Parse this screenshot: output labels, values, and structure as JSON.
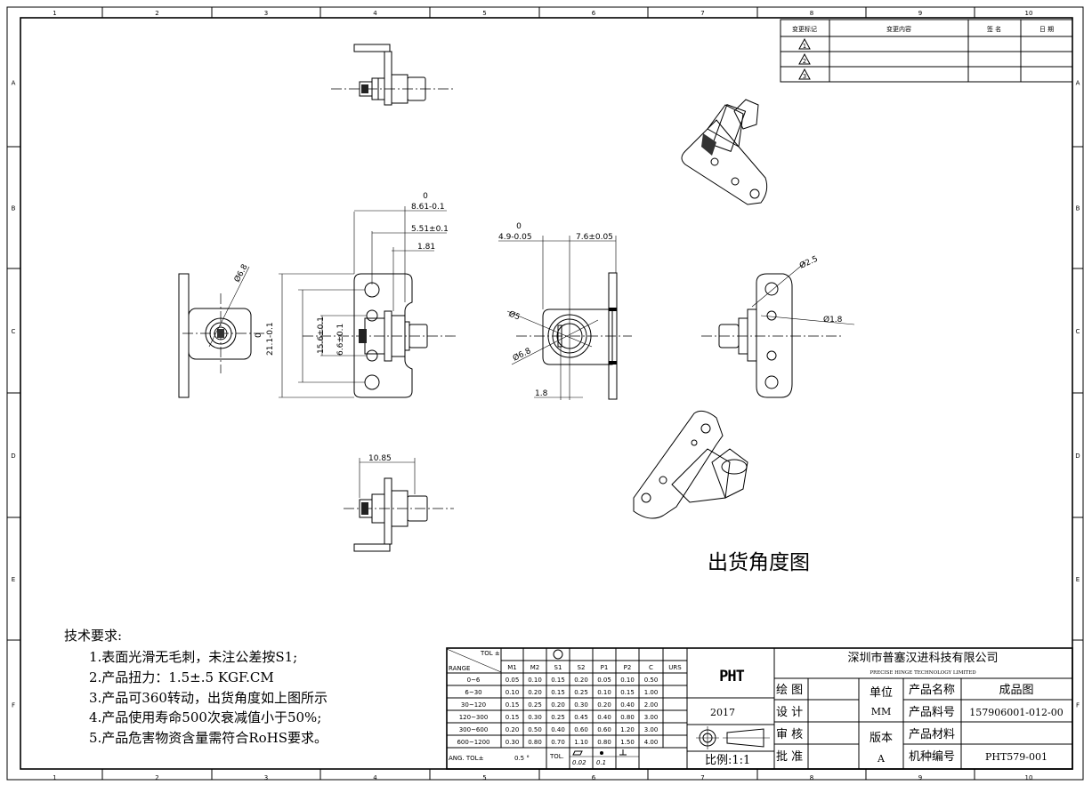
{
  "grid": {
    "columns": [
      "1",
      "2",
      "3",
      "4",
      "5",
      "6",
      "7",
      "8",
      "9",
      "10"
    ],
    "rows": [
      "A",
      "B",
      "C",
      "D",
      "E",
      "F"
    ]
  },
  "revision_table": {
    "headers": [
      "变更标记",
      "变更内容",
      "签 名",
      "日 期"
    ],
    "marks": [
      "1",
      "2",
      "3"
    ]
  },
  "dimensions": {
    "d1": "8.61",
    "d1_tol": "0",
    "d1_tol2": "-0.1",
    "d2": "5.51±0.1",
    "d3": "1.81",
    "d4": "21.1-0.1",
    "d4_tol": "0",
    "d5": "15.6±0.1",
    "d6": "6.6±0.1",
    "d7": "Ø6.8",
    "d8": "4.9-0.05",
    "d8_tol": "0",
    "d9": "7.6±0.05",
    "d10": "Ø5",
    "d11": "Ø6.8",
    "d12": "1.8",
    "d13": "Ø2.5",
    "d14": "Ø1.8",
    "d15": "10.85"
  },
  "shipping_angle_label": "出货角度图",
  "tech_requirements": {
    "title": "技术要求:",
    "items": [
      "1.表面光滑无毛刺，未注公差按S1;",
      "2.产品扭力：1.5±.5 KGF.CM",
      "3.产品可360转动，出货角度如上图所示",
      "4.产品使用寿命500次衰减值小于50%;",
      "5.产品危害物资含量需符合RoHS要求。"
    ]
  },
  "tolerance_table": {
    "corner_top": "TOL ±",
    "corner_bottom": "RANGE",
    "columns": [
      "M1",
      "M2",
      "S1",
      "S2",
      "P1",
      "P2",
      "C",
      "URS"
    ],
    "rows": [
      {
        "range": "0~6",
        "values": [
          "0.05",
          "0.10",
          "0.15",
          "0.20",
          "0.05",
          "0.10",
          "0.50",
          ""
        ]
      },
      {
        "range": "6~30",
        "values": [
          "0.10",
          "0.20",
          "0.15",
          "0.25",
          "0.10",
          "0.15",
          "1.00",
          ""
        ]
      },
      {
        "range": "30~120",
        "values": [
          "0.15",
          "0.25",
          "0.20",
          "0.30",
          "0.20",
          "0.40",
          "2.00",
          ""
        ]
      },
      {
        "range": "120~300",
        "values": [
          "0.15",
          "0.30",
          "0.25",
          "0.45",
          "0.40",
          "0.80",
          "3.00",
          ""
        ]
      },
      {
        "range": "300~600",
        "values": [
          "0.20",
          "0.50",
          "0.40",
          "0.60",
          "0.60",
          "1.20",
          "3.00",
          ""
        ]
      },
      {
        "range": "600~1200",
        "values": [
          "0.30",
          "0.80",
          "0.70",
          "1.10",
          "0.80",
          "1.50",
          "4.00",
          ""
        ]
      }
    ],
    "ang_label": "ANG.  TOL±",
    "ang_value": "0.5 °",
    "tol_label": "TOL.",
    "flatness": "0.02",
    "position": "0.1"
  },
  "title_block": {
    "logo": "PHT",
    "year": "2017",
    "scale": "比例:1:1",
    "company_cn": "深圳市普塞汉进科技有限公司",
    "company_en": "PRECISE HINGE TECHNOLOGY LIMITED",
    "drawn": "绘 图",
    "design": "设 计",
    "review": "审 核",
    "approve": "批 准",
    "unit_label": "单位",
    "unit": "MM",
    "version_label": "版本",
    "version": "A",
    "product_name_label": "产品名称",
    "product_name": "成品图",
    "part_no_label": "产品料号",
    "part_no": "157906001-012-00",
    "material_label": "产品材料",
    "material": "",
    "model_label": "机种编号",
    "model": "PHT579-001"
  }
}
